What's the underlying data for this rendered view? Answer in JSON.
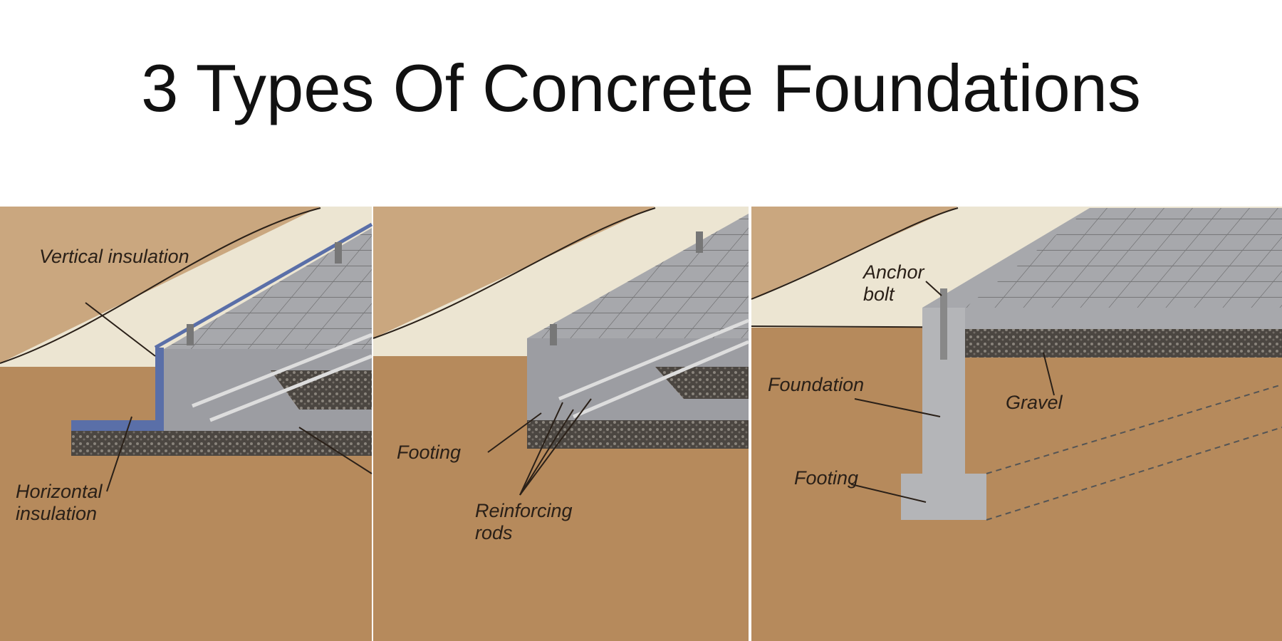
{
  "title": "3 Types Of Concrete Foundations",
  "panels": [
    {
      "labels": {
        "vertical_insulation": "Vertical insulation",
        "horizontal_insulation": "Horizontal insulation"
      }
    },
    {
      "labels": {
        "footing": "Footing",
        "reinforcing_rods": "Reinforcing rods"
      }
    },
    {
      "labels": {
        "anchor_bolt": "Anchor bolt",
        "foundation": "Foundation",
        "gravel": "Gravel",
        "footing": "Footing"
      }
    }
  ],
  "colors": {
    "ground": "#b68a5c",
    "paper": "#caa77f",
    "sky": "#ece5d2",
    "concrete": "#a7a8ac",
    "gravel": "#4b4641",
    "insulation": "#5a6fa8"
  }
}
